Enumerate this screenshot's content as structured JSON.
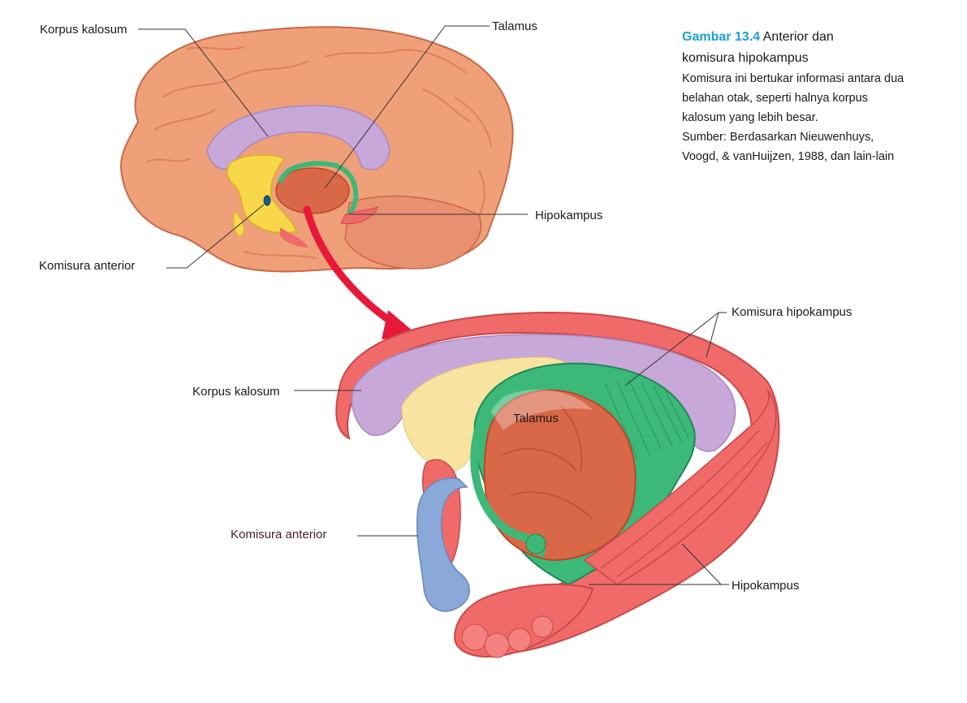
{
  "caption": {
    "figure_number": "Gambar 13.4",
    "title_line1": "Anterior dan",
    "title_line2": "komisura hipokampus",
    "body_lines": [
      "Komisura ini bertukar informasi antara dua",
      "belahan otak, seperti halnya korpus",
      "kalosum yang lebih besar.",
      "Sumber: Berdasarkan Nieuwenhuys,",
      "Voogd, & vanHuijzen, 1988, dan lain-lain"
    ]
  },
  "top_brain": {
    "labels": {
      "corpus_callosum": "Korpus kalosum",
      "thalamus": "Talamus",
      "hippocampus": "Hipokampus",
      "anterior_commissure": "Komisura anterior"
    }
  },
  "detail_view": {
    "labels": {
      "hippocampal_commissure": "Komisura hipokampus",
      "corpus_callosum": "Korpus kalosum",
      "thalamus": "Talamus",
      "anterior_commissure": "Komisura anterior",
      "hippocampus": "Hipokampus"
    }
  },
  "colors": {
    "cortex": "#f0a078",
    "cortex_dark": "#d9785a",
    "corpus_callosum": "#c8a8d8",
    "fornix_yellow": "#f8d84a",
    "hippocampal_green": "#3cb878",
    "hippocampus_red": "#f06a6a",
    "thalamus": "#d86848",
    "anterior_commissure_blue": "#8aa8d8",
    "arrow": "#e8183a",
    "caption_accent": "#1aa0d8"
  }
}
